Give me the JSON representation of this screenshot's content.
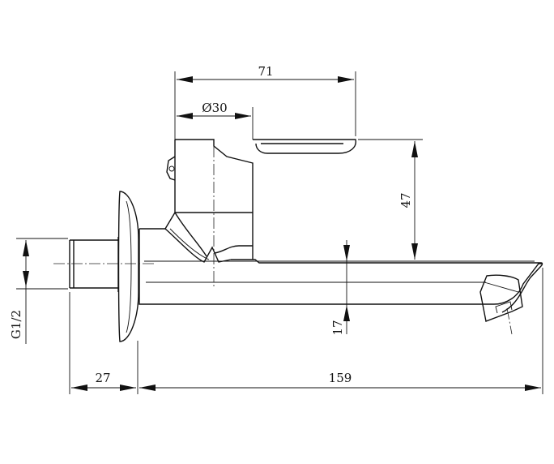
{
  "drawing": {
    "dimensions": {
      "top_width": "71",
      "diameter": "Ø30",
      "lever_height": "47",
      "spout_height": "17",
      "thread": "G1/2",
      "wall_depth": "27",
      "spout_length": "159"
    }
  }
}
